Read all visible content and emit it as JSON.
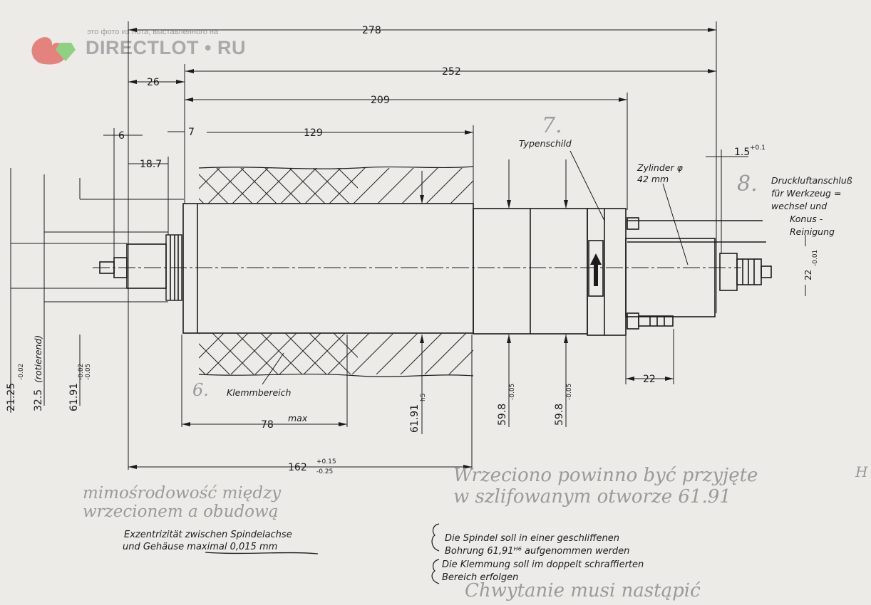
{
  "watermark": {
    "caption": "это фото из лота, выставленного на",
    "brand": "DIRECTLOT • RU"
  },
  "dimensions": {
    "overall_length": "278",
    "body_length": "252",
    "housing_length": "209",
    "front_offset": "26",
    "nose_offset": "6",
    "flange_gap": "7",
    "clamp_sleeve_length": "129",
    "collar_length": "18.7",
    "clamp_zone_length": "78",
    "clamp_zone_limit": "max",
    "spindle_length": "162",
    "spindle_tol_upper": "+0.15",
    "spindle_tol_lower": "-0.25",
    "rear_connector_length": "22",
    "rear_gap": "1.5",
    "rear_gap_tol": "+0.1",
    "dia_nose": "21.25",
    "dia_nose_tol": "-0.02",
    "dia_rotating": "32.5",
    "dia_rotating_note": "(rotierend)",
    "dia_housing_front": "61.91",
    "dia_housing_front_tol_a": "-0.02",
    "dia_housing_front_tol_b": "-0.05",
    "dia_housing_fit": "61.91",
    "dia_housing_fit_class": "h5",
    "dia_rear_1": "59.8",
    "dia_rear_1_tol": "-0.05",
    "dia_rear_2": "59.8",
    "dia_rear_2_tol": "-0.05",
    "dia_rear_plug": "22",
    "dia_rear_plug_tol": "-0.01"
  },
  "labels": {
    "clamp_area": "Klemmbereich",
    "type_plate": "Typenschild",
    "cylinder_line1": "Zylinder φ",
    "cylinder_line2": "42 mm",
    "air_line1": "Druckluftanschluß",
    "air_line2": "für Werkzeug =",
    "air_line3": "wechsel und",
    "air_line4": "Konus -",
    "air_line5": "Reinigung"
  },
  "callout_numbers": {
    "n6": "6.",
    "n7": "7.",
    "n8": "8."
  },
  "notes": {
    "eccentricity_line1": "Exzentrizität  zwischen  Spindelachse",
    "eccentricity_line2_a": "und  Gehäuse ",
    "eccentricity_line2_b": "maximal  0,015 mm",
    "spindle_line1": "Die  Spindel  soll  in  einer   geschliffenen",
    "spindle_line2": "Bohrung  61,91ᴴ⁶ aufgenommen  werden",
    "clamp_line1": "Die  Klemmung  soll  im  doppelt  schraffierten",
    "clamp_line2": "Bereich  erfolgen"
  },
  "handwriting": {
    "eccentricity_line1": "mimośrodowość między",
    "eccentricity_line2": "wrzecionem a obudową",
    "spindle_line1": "Wrzeciono powinno być przyjęte",
    "spindle_line2": "w szlifowanym otworze 61.91",
    "spindle_fit": "H",
    "clamp_line1": "Chwytanie musi nastąpić"
  },
  "colors": {
    "paper": "#ecebe8",
    "ink": "#1b1b1b",
    "pencil": "#9a9a9a",
    "watermark_red": "#e4827e",
    "watermark_green": "#8fd083"
  }
}
